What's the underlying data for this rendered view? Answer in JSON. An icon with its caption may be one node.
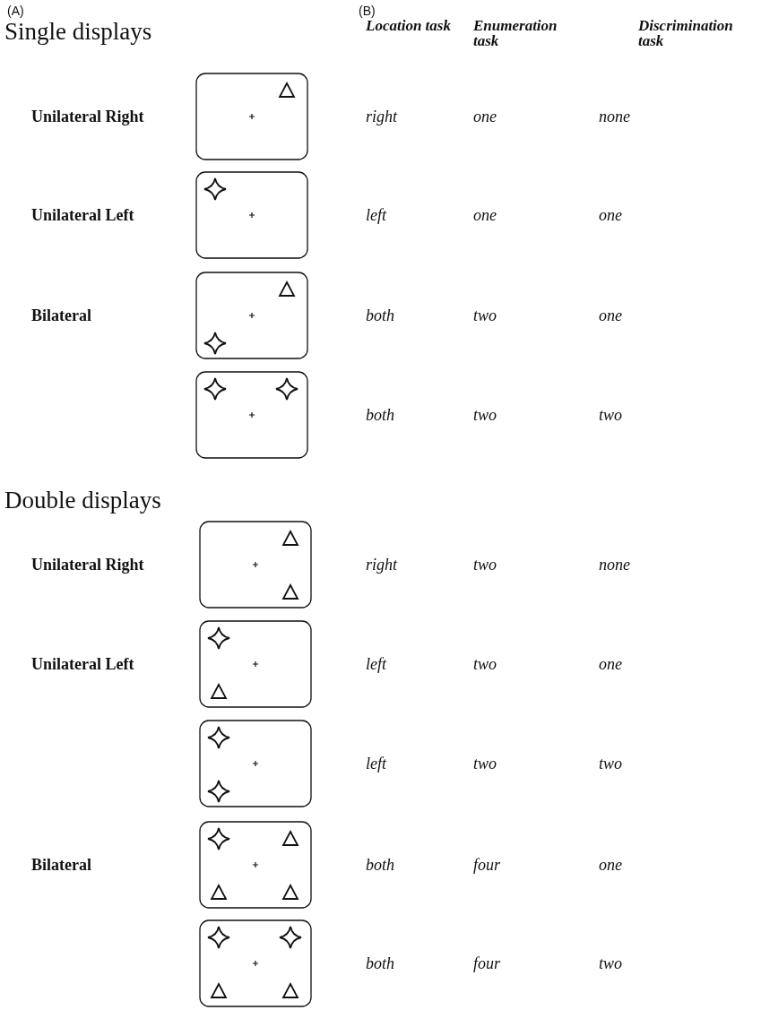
{
  "diagram": {
    "labels": [
      "(A)",
      "(B)",
      "Single displays",
      "Location task",
      "Enumeration task",
      "Discrimination task",
      "Unilateral Right",
      "right",
      "one",
      "none",
      "Unilateral Left",
      "left",
      "one",
      "one",
      "Bilateral",
      "both",
      "two",
      "one",
      "both",
      "two",
      "two",
      "Double displays",
      "Unilateral Right",
      "right",
      "two",
      "none",
      "Unilateral Left",
      "left",
      "two",
      "one",
      "left",
      "two",
      "two",
      "Bilateral",
      "both",
      "four",
      "one",
      "both",
      "four",
      "two"
    ]
  }
}
